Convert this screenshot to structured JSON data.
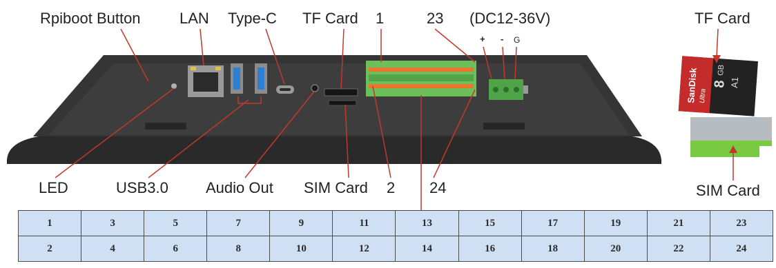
{
  "labels": {
    "rpiboot": "Rpiboot Button",
    "lan": "LAN",
    "typec": "Type-C",
    "tfcard_top": "TF Card",
    "pin1": "1",
    "pin23": "23",
    "power": "(DC12-36V)",
    "plus": "+",
    "minus": "-",
    "ground": "G",
    "tfcard_right": "TF Card",
    "led": "LED",
    "usb": "USB3.0",
    "audio": "Audio Out",
    "simcard": "SIM Card",
    "pin2": "2",
    "pin24": "24",
    "simcard_right": "SIM Card"
  },
  "sdcard": {
    "brand": "SanDisk",
    "line": "Ultra",
    "capacity": "8",
    "unit": "GB",
    "speed_class": "A1"
  },
  "pin_table": {
    "rows": [
      [
        "1",
        "3",
        "5",
        "7",
        "9",
        "11",
        "13",
        "15",
        "17",
        "19",
        "21",
        "23"
      ],
      [
        "2",
        "4",
        "6",
        "8",
        "10",
        "12",
        "14",
        "16",
        "18",
        "20",
        "22",
        "24"
      ]
    ]
  },
  "colors": {
    "callout_line": "#c0392b",
    "table_cell": "#cfe0f4",
    "terminal_green": "#6cbf5a",
    "terminal_orange": "#e8762b",
    "panel_dark": "#2a2a2a"
  }
}
